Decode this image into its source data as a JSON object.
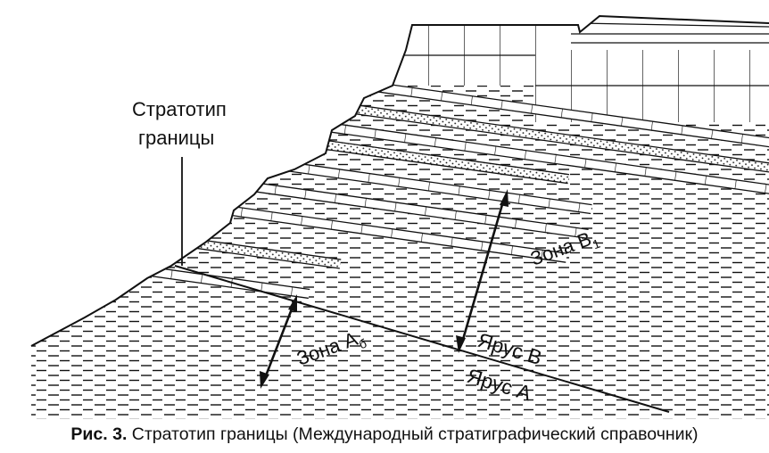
{
  "labels": {
    "stratotype_line1": "Стратотип",
    "stratotype_line2": "границы",
    "zone_b_base": "Зона В",
    "zone_b_sub": "1",
    "zone_a_base": "Зона А",
    "zone_a_sub": "б",
    "stage_b": "Ярус В",
    "stage_a": "Ярус А"
  },
  "caption": {
    "prefix": "Рис. 3.",
    "text": "Стратотип границы (Международный стратиграфический справочник)"
  },
  "colors": {
    "ink": "#111111",
    "paper": "#ffffff"
  }
}
